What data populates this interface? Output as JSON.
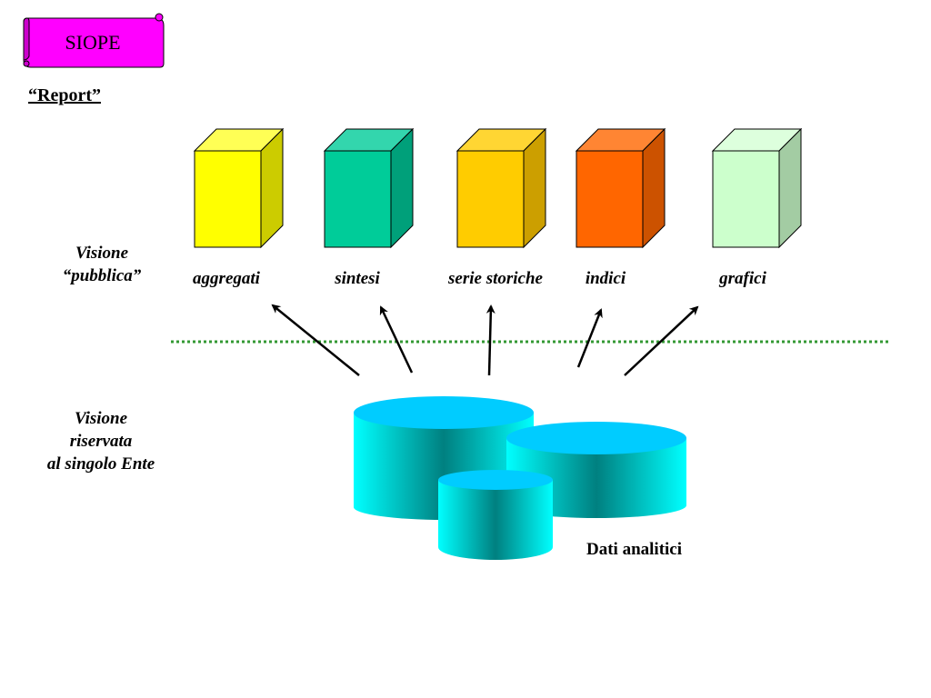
{
  "header": {
    "title": "SIOPE",
    "subtitle": "“Report”"
  },
  "zones": {
    "public_label": [
      "Visione",
      "“pubblica”"
    ],
    "private_label": [
      "Visione",
      "riservata",
      "al singolo Ente"
    ]
  },
  "reports": [
    {
      "label": "aggregati",
      "color": "#ffff00",
      "side_color": "#cccc00",
      "top_color": "#ffff55"
    },
    {
      "label": "sintesi",
      "color": "#00cc99",
      "side_color": "#00a07a",
      "top_color": "#33d6ad"
    },
    {
      "label": "serie storiche",
      "color": "#ffcc00",
      "side_color": "#cc9f00",
      "top_color": "#ffd633"
    },
    {
      "label": "indici",
      "color": "#ff6600",
      "side_color": "#cc5200",
      "top_color": "#ff8533"
    },
    {
      "label": "grafici",
      "color": "#ccffcc",
      "side_color": "#a3cca3",
      "top_color": "#ddffdd"
    }
  ],
  "database": {
    "label": "Dati analitici",
    "top_color": "#00ccff",
    "body_light": "#00ffff",
    "body_dark": "#008080"
  },
  "colors": {
    "scroll_fill": "#ff00ff",
    "separator": "#339933"
  }
}
